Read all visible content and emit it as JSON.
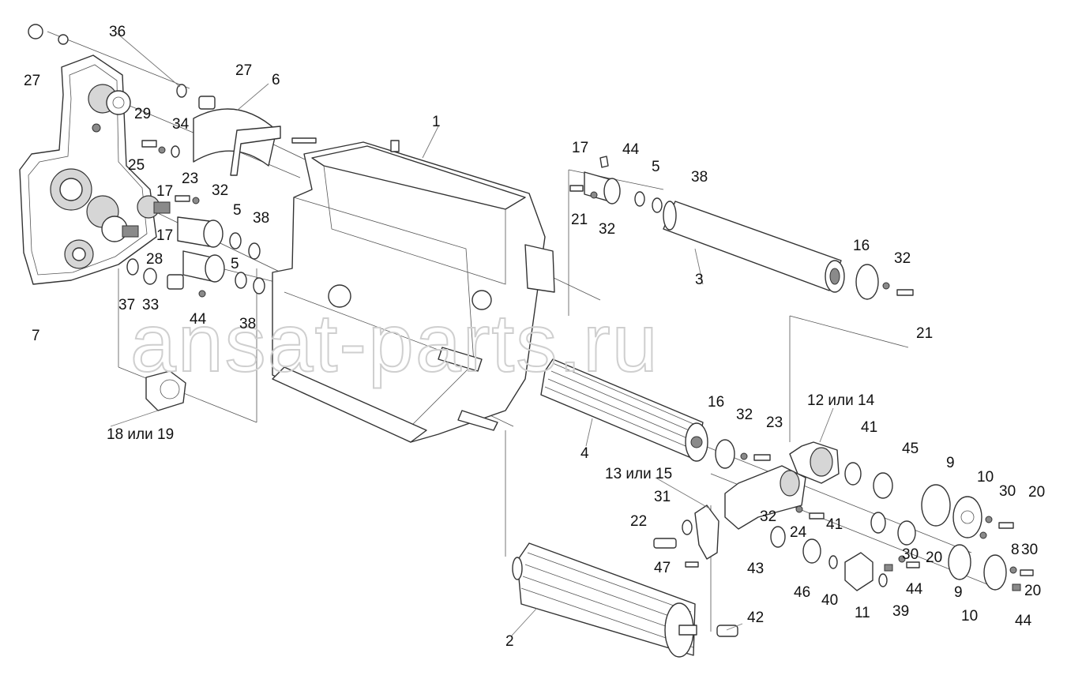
{
  "watermark": "ansat-parts.ru",
  "corner_mark": "",
  "callouts": [
    {
      "id": "c1",
      "text": "1"
    },
    {
      "id": "c2",
      "text": "2"
    },
    {
      "id": "c3",
      "text": "3"
    },
    {
      "id": "c4",
      "text": "4"
    },
    {
      "id": "c5a",
      "text": "5"
    },
    {
      "id": "c5b",
      "text": "5"
    },
    {
      "id": "c5c",
      "text": "5"
    },
    {
      "id": "c6",
      "text": "6"
    },
    {
      "id": "c7",
      "text": "7"
    },
    {
      "id": "c8",
      "text": "8"
    },
    {
      "id": "c9a",
      "text": "9"
    },
    {
      "id": "c9b",
      "text": "9"
    },
    {
      "id": "c10a",
      "text": "10"
    },
    {
      "id": "c10b",
      "text": "10"
    },
    {
      "id": "c11",
      "text": "11"
    },
    {
      "id": "c12",
      "text": "12 или 14"
    },
    {
      "id": "c13",
      "text": "13 или 15"
    },
    {
      "id": "c16a",
      "text": "16"
    },
    {
      "id": "c16b",
      "text": "16"
    },
    {
      "id": "c17a",
      "text": "17"
    },
    {
      "id": "c17b",
      "text": "17"
    },
    {
      "id": "c17c",
      "text": "17"
    },
    {
      "id": "c18",
      "text": "18 или 19"
    },
    {
      "id": "c20a",
      "text": "20"
    },
    {
      "id": "c20b",
      "text": "20"
    },
    {
      "id": "c20c",
      "text": "20"
    },
    {
      "id": "c21a",
      "text": "21"
    },
    {
      "id": "c21b",
      "text": "21"
    },
    {
      "id": "c22",
      "text": "22"
    },
    {
      "id": "c23a",
      "text": "23"
    },
    {
      "id": "c23b",
      "text": "23"
    },
    {
      "id": "c24",
      "text": "24"
    },
    {
      "id": "c25",
      "text": "25"
    },
    {
      "id": "c27a",
      "text": "27"
    },
    {
      "id": "c27b",
      "text": "27"
    },
    {
      "id": "c28",
      "text": "28"
    },
    {
      "id": "c29",
      "text": "29"
    },
    {
      "id": "c30a",
      "text": "30"
    },
    {
      "id": "c30b",
      "text": "30"
    },
    {
      "id": "c30c",
      "text": "30"
    },
    {
      "id": "c31",
      "text": "31"
    },
    {
      "id": "c32a",
      "text": "32"
    },
    {
      "id": "c32b",
      "text": "32"
    },
    {
      "id": "c32c",
      "text": "32"
    },
    {
      "id": "c32d",
      "text": "32"
    },
    {
      "id": "c32e",
      "text": "32"
    },
    {
      "id": "c33",
      "text": "33"
    },
    {
      "id": "c34",
      "text": "34"
    },
    {
      "id": "c36",
      "text": "36"
    },
    {
      "id": "c37",
      "text": "37"
    },
    {
      "id": "c38a",
      "text": "38"
    },
    {
      "id": "c38b",
      "text": "38"
    },
    {
      "id": "c38c",
      "text": "38"
    },
    {
      "id": "c39",
      "text": "39"
    },
    {
      "id": "c40",
      "text": "40"
    },
    {
      "id": "c41a",
      "text": "41"
    },
    {
      "id": "c41b",
      "text": "41"
    },
    {
      "id": "c42",
      "text": "42"
    },
    {
      "id": "c43",
      "text": "43"
    },
    {
      "id": "c44a",
      "text": "44"
    },
    {
      "id": "c44b",
      "text": "44"
    },
    {
      "id": "c44c",
      "text": "44"
    },
    {
      "id": "c44d",
      "text": "44"
    },
    {
      "id": "c45",
      "text": "45"
    },
    {
      "id": "c46",
      "text": "46"
    },
    {
      "id": "c47",
      "text": "47"
    }
  ]
}
